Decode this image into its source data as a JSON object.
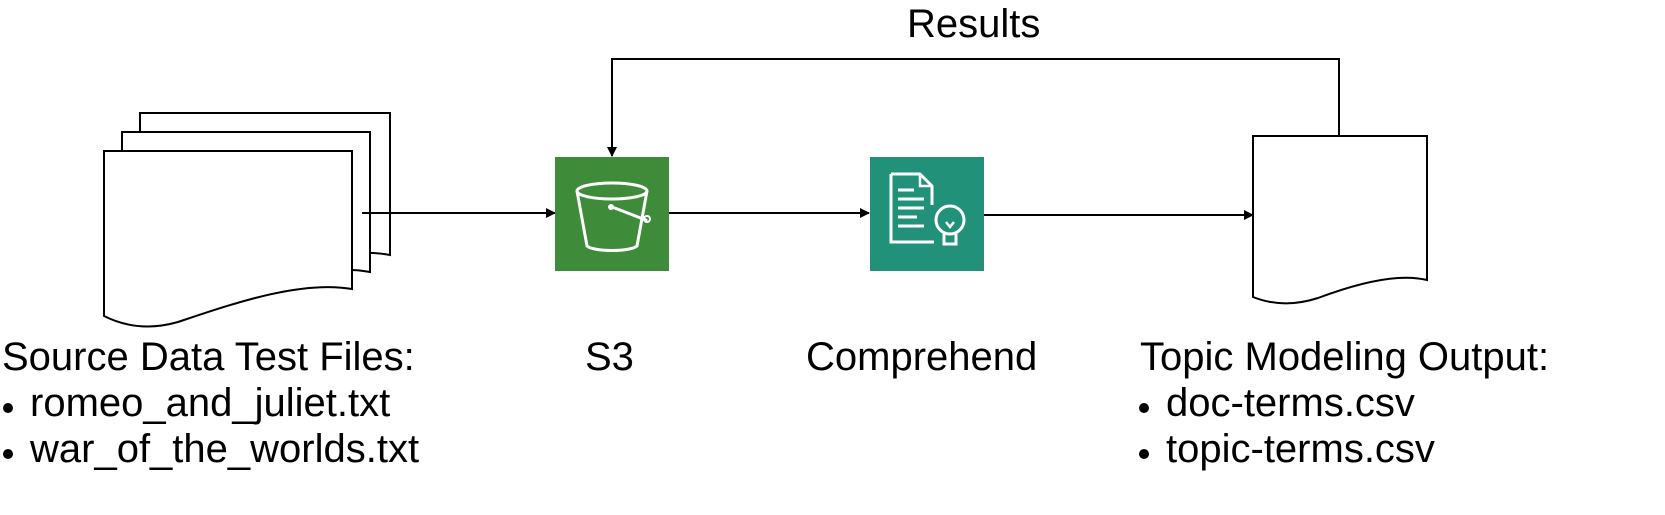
{
  "results_label": "Results",
  "source": {
    "title": "Source Data Test Files:",
    "files": [
      "romeo_and_juliet.txt",
      "war_of_the_worlds.txt"
    ]
  },
  "s3": {
    "label": "S3",
    "color": "#3e8c3a"
  },
  "comprehend": {
    "label": "Comprehend",
    "color": "#22917a"
  },
  "output": {
    "title": "Topic Modeling Output:",
    "files": [
      "doc-terms.csv",
      "topic-terms.csv"
    ]
  }
}
